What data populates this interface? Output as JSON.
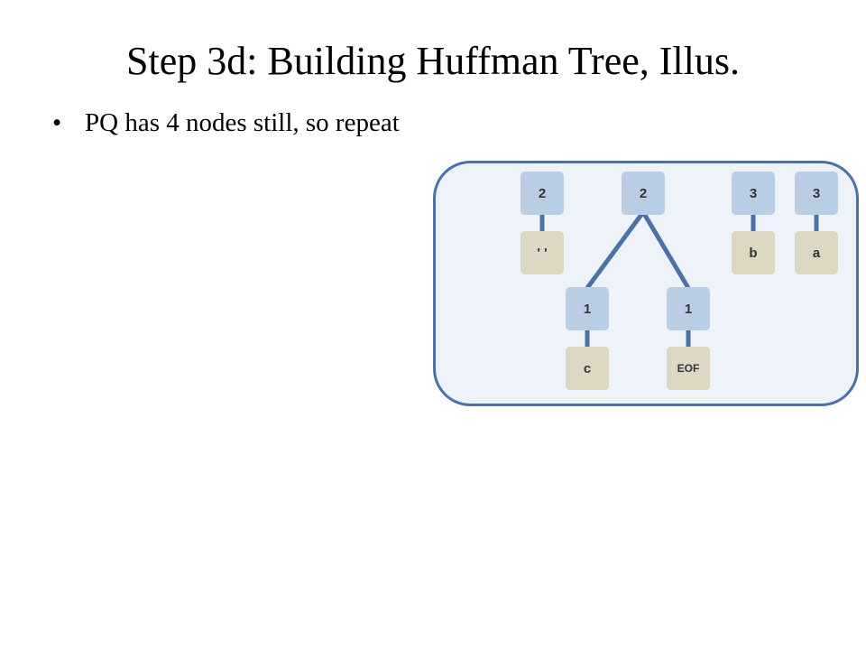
{
  "slide": {
    "title": "Step 3d: Building Huffman Tree, Illus.",
    "bullets": [
      "PQ has 4 nodes still, so repeat"
    ]
  },
  "tree": {
    "colors": {
      "panel_bg": "#eef2f9",
      "panel_border": "#4a72a8",
      "freq_node": "#b9cde5",
      "char_node": "#ddd8c4",
      "edge": "#4a72a8"
    },
    "root_space": {
      "freq": "2",
      "char": "' '"
    },
    "root_internal": {
      "freq": "2"
    },
    "leaf_c": {
      "freq": "1",
      "char": "c"
    },
    "leaf_eof": {
      "freq": "1",
      "char": "EOF"
    },
    "root_b": {
      "freq": "3",
      "char": "b"
    },
    "root_a": {
      "freq": "3",
      "char": "a"
    }
  }
}
